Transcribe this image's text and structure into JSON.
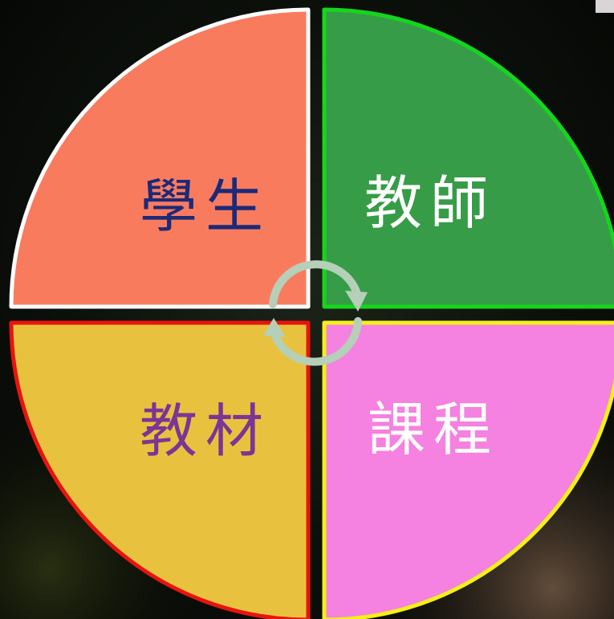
{
  "quadrants": {
    "top_left": {
      "label": "學生",
      "fill": "#F97B5E",
      "border": "#FFFFFF",
      "text_color": "#1C2A78"
    },
    "top_right": {
      "label": "教師",
      "fill": "#379C47",
      "border": "#15D61C",
      "text_color": "#FFFFFF"
    },
    "bottom_left": {
      "label": "教材",
      "fill": "#E8C23F",
      "border": "#E8140E",
      "text_color": "#7A3596"
    },
    "bottom_right": {
      "label": "課程",
      "fill": "#F581E0",
      "border": "#F4F01A",
      "text_color": "#FFFFFF"
    }
  },
  "cycle_arrows": {
    "icon": "cycle-arrows-icon",
    "color": "#B5CFB8"
  }
}
